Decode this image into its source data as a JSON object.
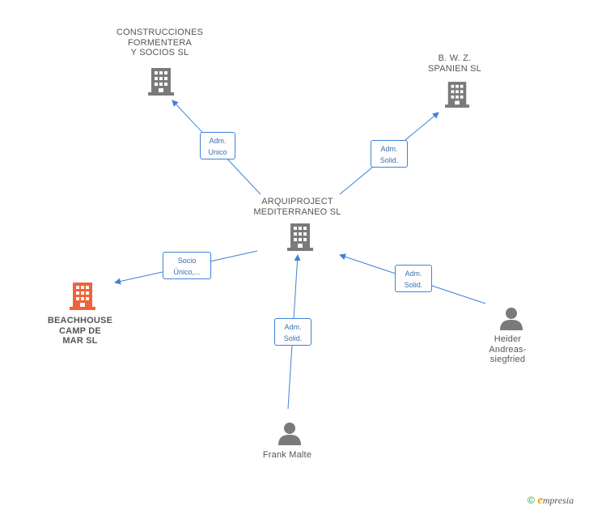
{
  "nodes": {
    "construcciones": {
      "label": "CONSTRUCCIONES\nFORMENTERA\nY SOCIOS SL",
      "type": "company",
      "color": "#7a7a7a"
    },
    "bwz": {
      "label": "B. W. Z.\nSPANIEN SL",
      "type": "company",
      "color": "#7a7a7a"
    },
    "arquiproject": {
      "label": "ARQUIPROJECT\nMEDITERRANEO SL",
      "type": "company",
      "color": "#7a7a7a"
    },
    "beachhouse": {
      "label": "BEACHHOUSE\nCAMP DE\nMAR SL",
      "type": "company",
      "color": "#f0633a"
    },
    "heider": {
      "label": "Heider\nAndreas-\nsiegfried",
      "type": "person",
      "color": "#7a7a7a"
    },
    "frank": {
      "label": "Frank Malte",
      "type": "person",
      "color": "#7a7a7a"
    }
  },
  "edges": [
    {
      "id": "e1",
      "label": "Adm.\nUnico"
    },
    {
      "id": "e2",
      "label": "Adm.\nSolid."
    },
    {
      "id": "e3",
      "label": "Socio\nÚnico,..."
    },
    {
      "id": "e4",
      "label": "Adm.\nSolid."
    },
    {
      "id": "e5",
      "label": "Adm.\nSolid."
    }
  ],
  "colors": {
    "edge": "#3e82d8",
    "edge_text": "#3a6fb0"
  },
  "footer": {
    "copyright": "©",
    "brand_initial": "e",
    "brand_rest": "mpresia"
  }
}
